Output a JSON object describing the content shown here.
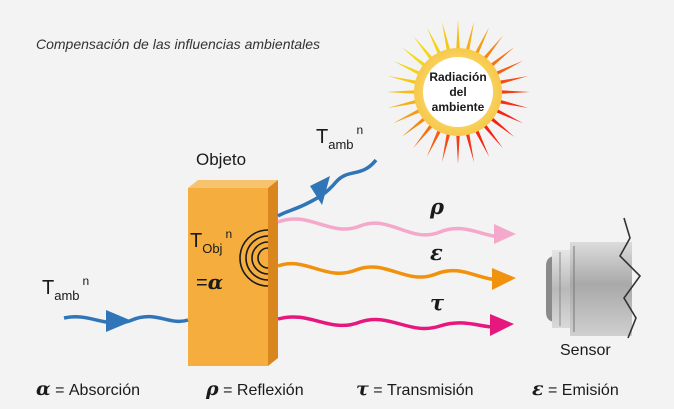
{
  "subtitle": "Compensación de las influencias ambientales",
  "sun_label": {
    "line1": "Radiación",
    "line2": "del",
    "line3": "ambiente"
  },
  "t_amb_top": {
    "base": "T",
    "sub": "amb",
    "sup": "n"
  },
  "t_amb_left": {
    "base": "T",
    "sub": "amb",
    "sup": "n"
  },
  "object_label": "Objeto",
  "t_obj": {
    "base": "T",
    "sub": "Obj",
    "sup": "n"
  },
  "alpha_eq": {
    "eq": "=",
    "symbol": "α"
  },
  "rays": [
    {
      "symbol": "ρ",
      "color": "#f4a8cc"
    },
    {
      "symbol": "ε",
      "color": "#f0920e"
    },
    {
      "symbol": "τ",
      "color": "#e6187e"
    }
  ],
  "sensor_label": "Sensor",
  "legend": [
    {
      "symbol": "α",
      "text": "= Absorción"
    },
    {
      "symbol": "ρ",
      "text": "= Reflexión"
    },
    {
      "symbol": "τ",
      "text": "= Transmisión"
    },
    {
      "symbol": "ε",
      "text": "= Emisión"
    }
  ],
  "colors": {
    "background": "#f3f3f3",
    "object": "#f5ad3d",
    "incoming": "#2f75b8",
    "sun_center": "#ffffff"
  }
}
